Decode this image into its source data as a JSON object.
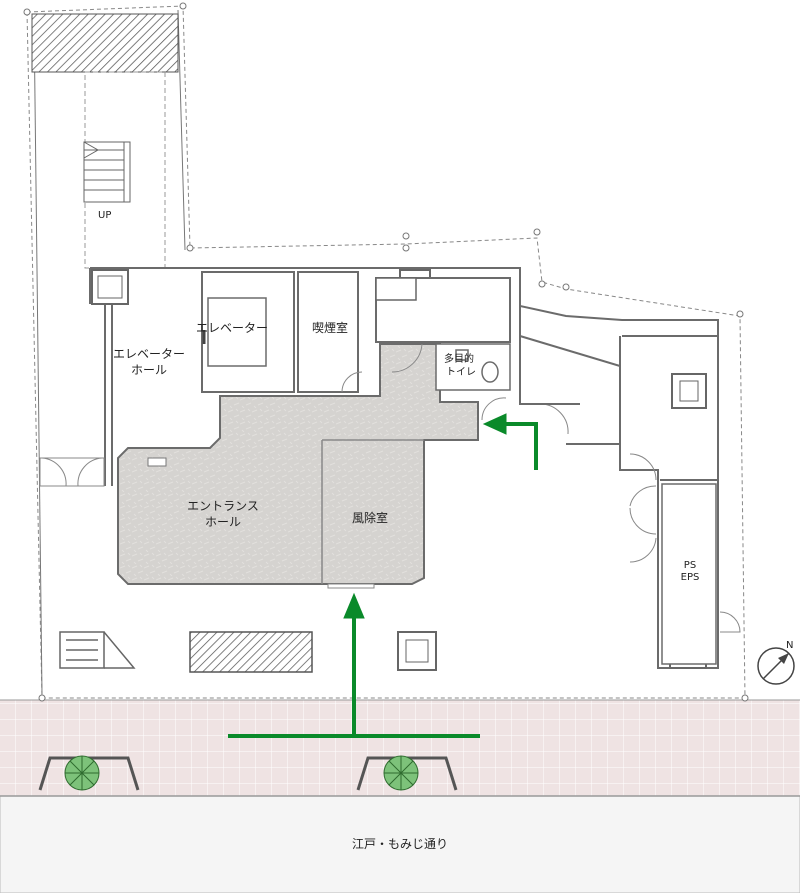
{
  "street": {
    "name": "江戸・もみじ通り"
  },
  "rooms": {
    "elevator": "エレベーター",
    "smoking_room": "喫煙室",
    "elevator_hall_line1": "エレベーター",
    "elevator_hall_line2": "ホール",
    "multipurpose_toilet_line1": "多目的",
    "multipurpose_toilet_line2": "トイレ",
    "entrance_hall_line1": "エントランス",
    "entrance_hall_line2": "ホール",
    "windbreak_room": "風除室",
    "ps": "PS",
    "eps": "EPS"
  },
  "stairs": {
    "label": "UP"
  },
  "compass": {
    "label": "N"
  },
  "colors": {
    "walls": "#6b6b6b",
    "floor_tile": "#d5d3d0",
    "sidewalk": "#efe3e3",
    "road": "#f5f5f5",
    "arrow": "#0a8a2a"
  }
}
